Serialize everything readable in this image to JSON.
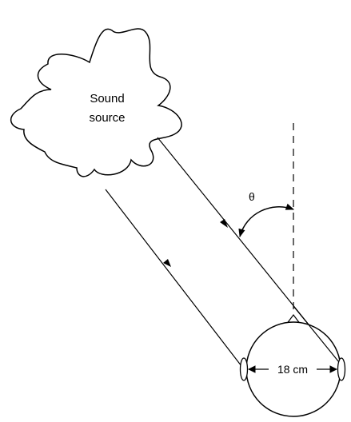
{
  "source": {
    "line1": "Sound",
    "line2": "source"
  },
  "angle_label": "θ",
  "distance_label": "18 cm",
  "colors": {
    "stroke": "#000000",
    "background": "#ffffff"
  }
}
